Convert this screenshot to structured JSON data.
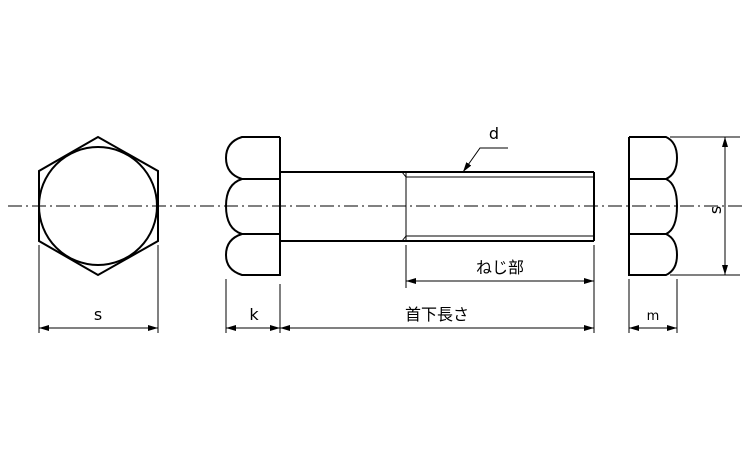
{
  "labels": {
    "hex_width": "s",
    "head_height": "k",
    "diameter": "d",
    "thread_length": "ねじ部",
    "length_under_head": "首下長さ",
    "nut_width": "s",
    "nut_height": "m"
  }
}
